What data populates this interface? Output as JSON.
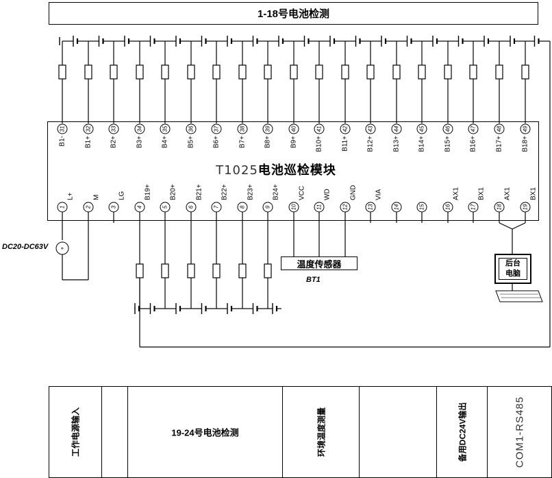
{
  "header": {
    "title": "1-18号电池检测"
  },
  "module": {
    "model": "T1025",
    "name": "电池巡检模块"
  },
  "top_terminals": [
    {
      "num": "31",
      "label": "B1-"
    },
    {
      "num": "32",
      "label": "B1+"
    },
    {
      "num": "33",
      "label": "B2+"
    },
    {
      "num": "34",
      "label": "B3+"
    },
    {
      "num": "35",
      "label": "B4+"
    },
    {
      "num": "36",
      "label": "B5+"
    },
    {
      "num": "37",
      "label": "B6+"
    },
    {
      "num": "38",
      "label": "B7+"
    },
    {
      "num": "39",
      "label": "B8+"
    },
    {
      "num": "40",
      "label": "B9+"
    },
    {
      "num": "41",
      "label": "B10+"
    },
    {
      "num": "42",
      "label": "B11+"
    },
    {
      "num": "43",
      "label": "B12+"
    },
    {
      "num": "44",
      "label": "B13+"
    },
    {
      "num": "45",
      "label": "B14+"
    },
    {
      "num": "46",
      "label": "B15+"
    },
    {
      "num": "47",
      "label": "B16+"
    },
    {
      "num": "48",
      "label": "B17+"
    },
    {
      "num": "49",
      "label": "B18+"
    }
  ],
  "bottom_terminals": [
    {
      "num": "1",
      "label": "L+"
    },
    {
      "num": "2",
      "label": "M"
    },
    {
      "num": "3",
      "label": "LG"
    },
    {
      "num": "4",
      "label": "B19+"
    },
    {
      "num": "5",
      "label": "B20+"
    },
    {
      "num": "6",
      "label": "B21+"
    },
    {
      "num": "7",
      "label": "B22+"
    },
    {
      "num": "8",
      "label": "B23+"
    },
    {
      "num": "9",
      "label": "B24+"
    },
    {
      "num": "10",
      "label": "VCC"
    },
    {
      "num": "11",
      "label": "WD"
    },
    {
      "num": "12",
      "label": "GND"
    },
    {
      "num": "13",
      "label": "VIA"
    },
    {
      "num": "14",
      "label": ""
    },
    {
      "num": "15",
      "label": ""
    },
    {
      "num": "16",
      "label": "AX1"
    },
    {
      "num": "17",
      "label": "BX1"
    },
    {
      "num": "18",
      "label": "AX1"
    },
    {
      "num": "19",
      "label": "BX1"
    }
  ],
  "power": {
    "label": "DC20-DC63V",
    "symbol": "+"
  },
  "sensor": {
    "name": "温度传感器",
    "ref": "BT1"
  },
  "computer": {
    "line1": "后台",
    "line2": "电脑"
  },
  "table": {
    "col1": "工作电源输入",
    "col2": "",
    "col3": "19-24号电池检测",
    "col4": "环境温度测量",
    "col5": "",
    "col6": "备用DC24V输出",
    "col7": "COM1-RS485"
  }
}
